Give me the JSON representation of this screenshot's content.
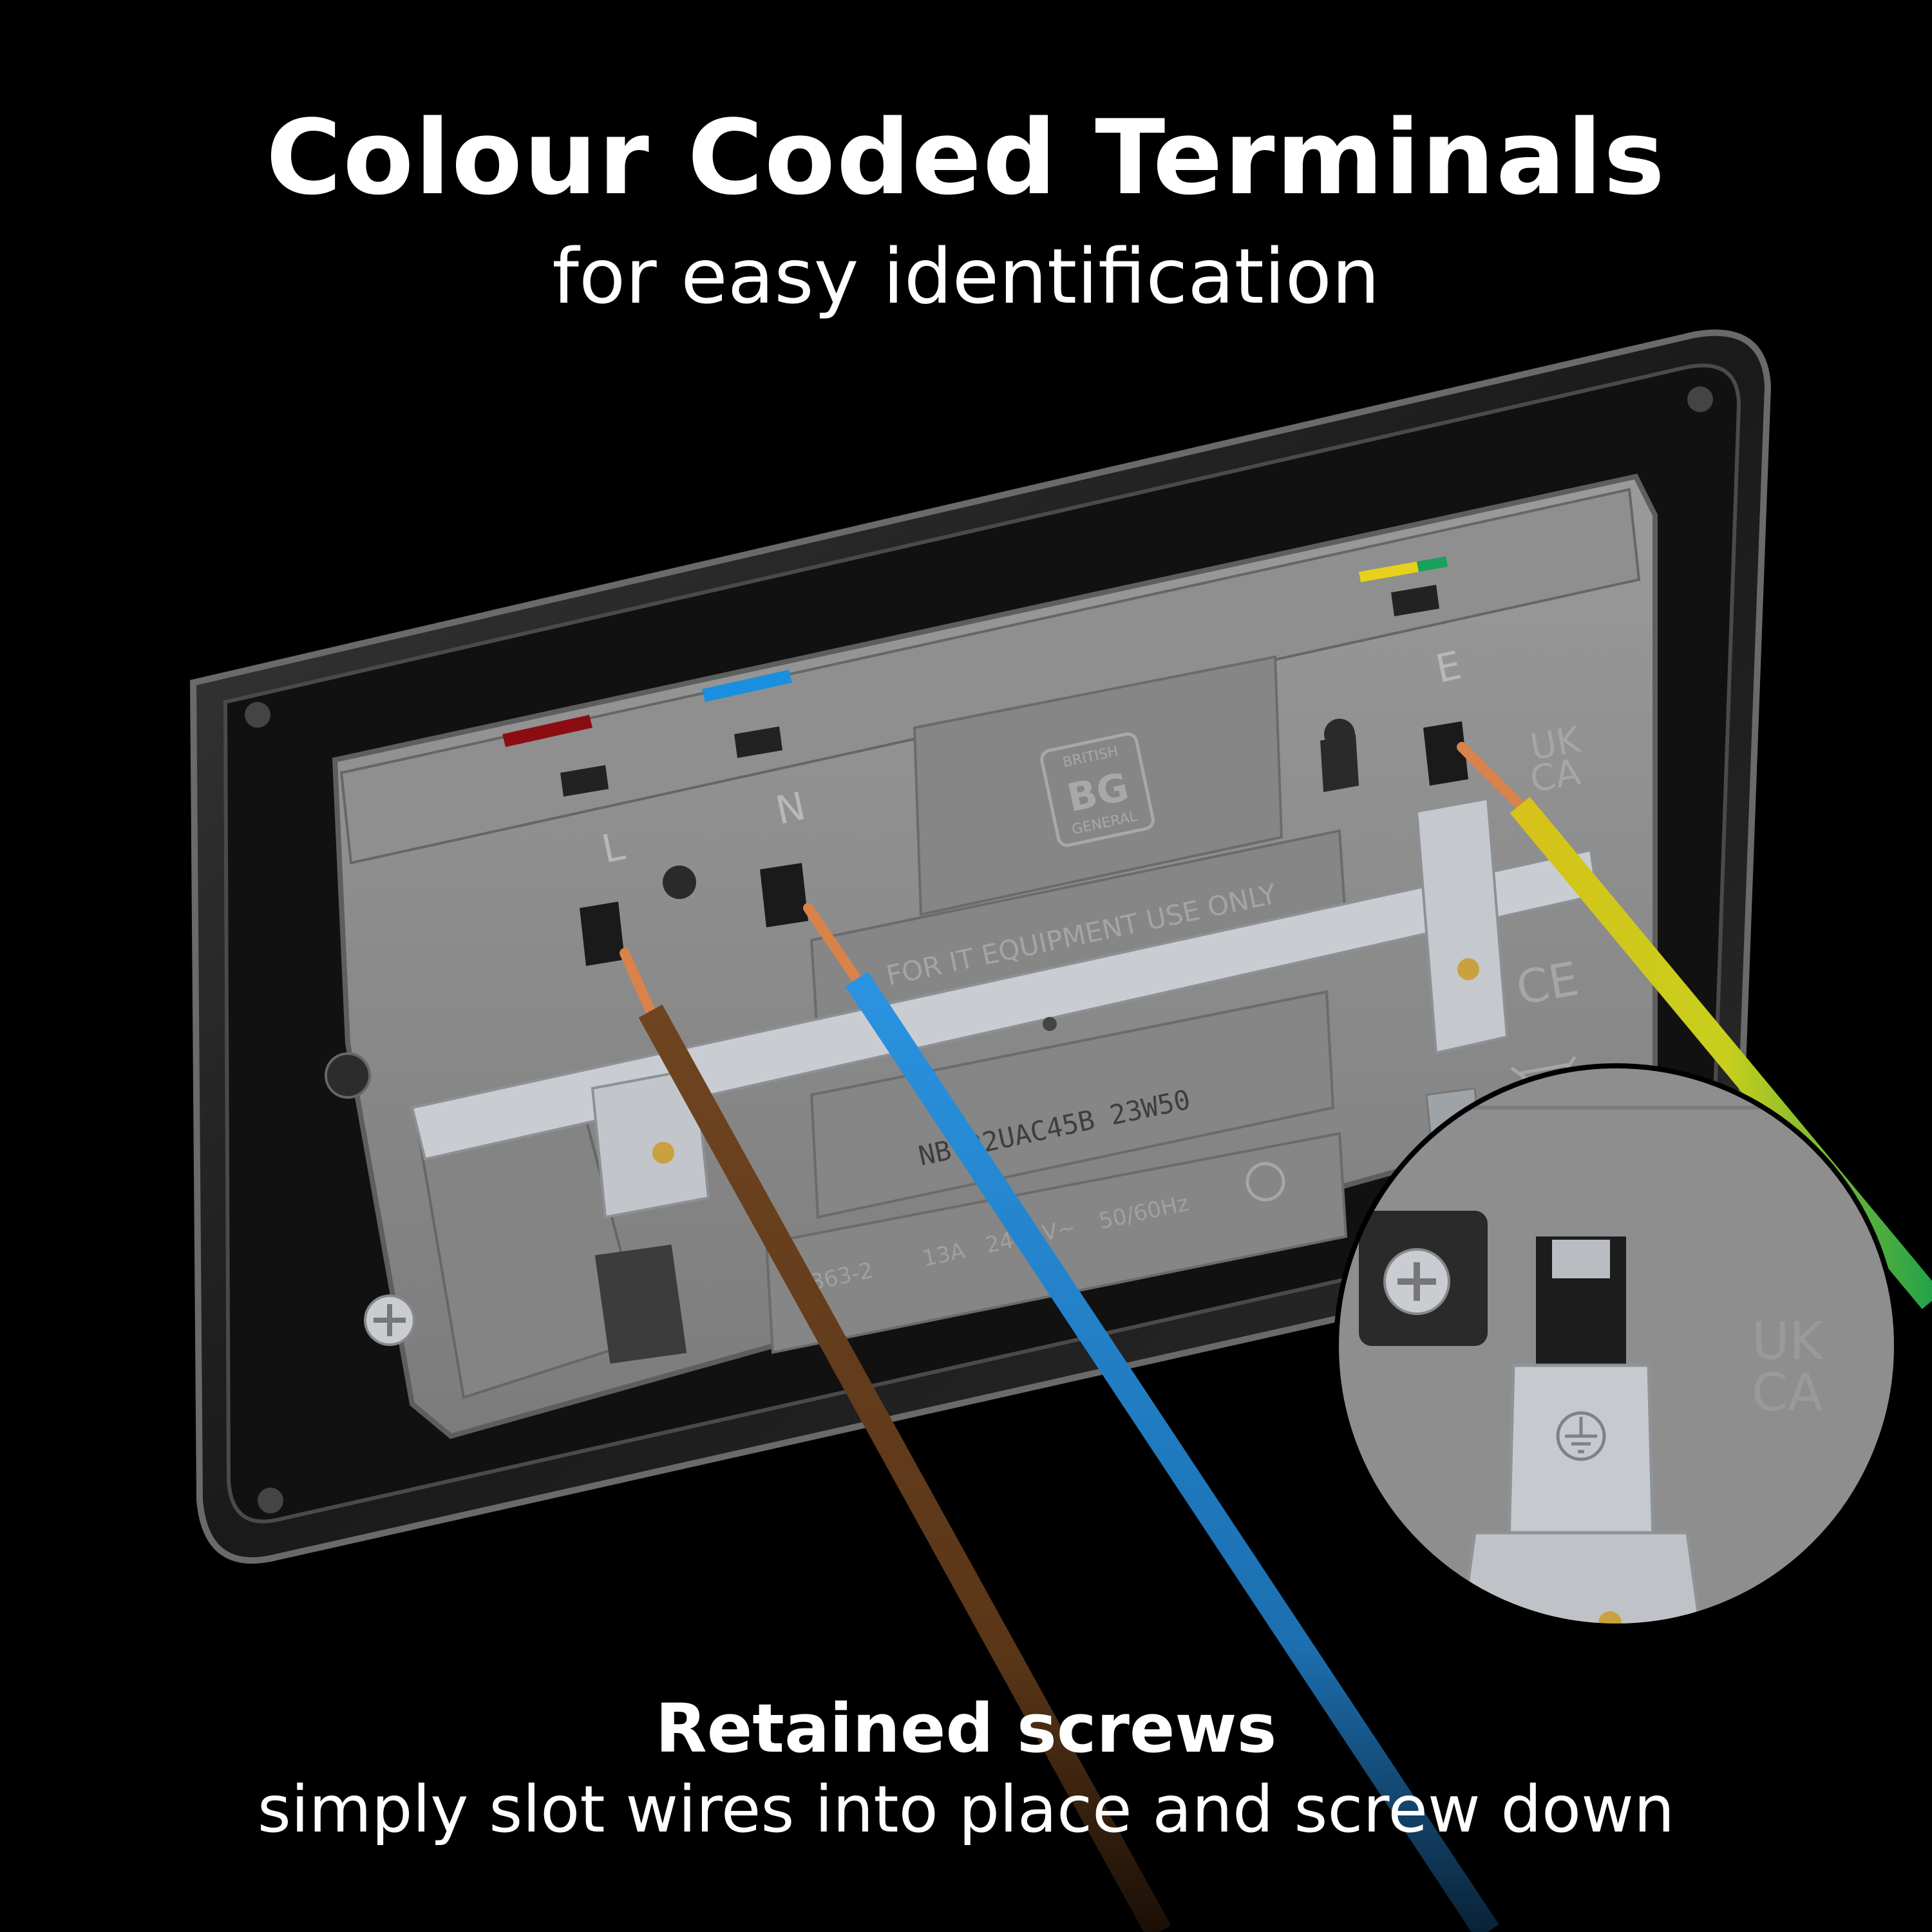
{
  "headline": {
    "title": "Colour Coded Terminals",
    "subtitle": "for easy identification"
  },
  "caption": {
    "title": "Retained screws",
    "text": "simply slot wires into place and screw down"
  },
  "socket": {
    "terminal_labels": {
      "live": "L",
      "neutral": "N",
      "earth": "E"
    },
    "brand_top": "BRITISH",
    "brand_mark": "BG",
    "brand_bottom": "GENERAL",
    "notice": "FOR IT EQUIPMENT USE ONLY",
    "model_code": "NB 22UAC45B 23W50",
    "ratings_standard": "1363-2",
    "ratings_current": "13A",
    "ratings_voltage_partial": "24",
    "ratings_voltage_suffix": "V~",
    "ratings_frequency": "50/60Hz",
    "ukca_line1": "UK",
    "ukca_line2": "CA",
    "ce_mark": "CE"
  },
  "zoom_inset": {
    "ukca_line1": "UK",
    "ukca_line2": "CA"
  },
  "colors": {
    "background": "#000000",
    "housing_grey": "#8a8a8a",
    "live_marker": "#8b0d12",
    "neutral_marker": "#1a8fe0",
    "earth_marker_yellow": "#e6d21a",
    "earth_marker_green": "#1aa05a",
    "wire_brown": "#6b3f1d",
    "wire_blue": "#1e86d4",
    "wire_green_yellow": "#9bbd1e",
    "copper": "#d9824a"
  }
}
